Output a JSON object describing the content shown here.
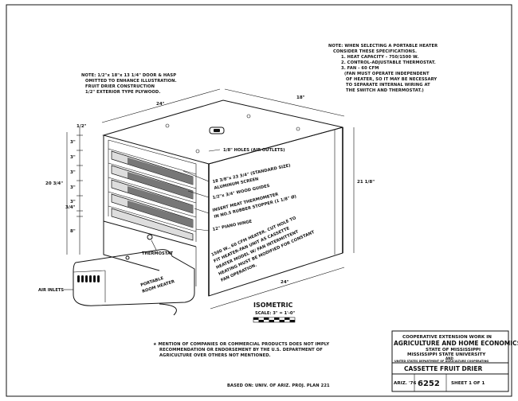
{
  "title_block": {
    "org_line1": "COOPERATIVE EXTENSION WORK IN",
    "org_line2": "AGRICULTURE AND HOME ECONOMICS",
    "org_line3": "STATE OF MISSISSIPPI",
    "org_line4": "MISSISSIPPI STATE UNIVERSITY",
    "org_line5": "AND",
    "org_line6": "UNITED STATES DEPARTMENT OF AGRICULTURE COOPERATING",
    "drawing_title": "CASSETTE FRUIT DRIER",
    "date": "ARIZ. '76",
    "plan_number": "6252",
    "sheet": "SHEET 1 OF 1"
  },
  "notes": {
    "heater_note": [
      "NOTE: WHEN SELECTING A PORTABLE HEATER",
      "CONSIDER THESE SPECIFICATIONS.",
      "1. HEAT CAPACITY - 750/1500 W.",
      "2. CONTROL-ADJUSTABLE THERMOSTAT.",
      "3. FAN - 60 CFM",
      "(FAN MUST OPERATE INDEPENDENT",
      "OF HEATER, SO IT MAY BE NECESSARY",
      "TO SEPARATE INTERNAL WIRING AT",
      "THE SWITCH AND THERMOSTAT.)"
    ],
    "door_note": [
      "NOTE: 1/2\"x 18\"x 13 1/4\" DOOR & HASP",
      "OMITTED TO ENHANCE ILLUSTRATION.",
      "FRUIT DRIER CONSTRUCTION",
      "1/2\" EXTERIOR TYPE PLYWOOD."
    ],
    "disclaimer": [
      "★ MENTION OF COMPANIES OR COMMERCIAL PRODUCTS DOES NOT IMPLY",
      "RECOMMENDATION OR ENDORSEMENT BY THE U.S. DEPARTMENT OF",
      "AGRICULTURE OVER OTHERS NOT MENTIONED."
    ],
    "based_on": "BASED ON: UNIV. OF ARIZ. PROJ. PLAN 221"
  },
  "dimensions": {
    "top_width": "24\"",
    "depth": "18\"",
    "bottom_width": "24\"",
    "height_left": "20 3/4\"",
    "height_right": "21 1/8\"",
    "top_offset": "1/2\"",
    "spacing": [
      "3\"",
      "3\"",
      "3\"",
      "3\"",
      "3\""
    ],
    "bottom_offset": "3/4\"",
    "base_height": "8\""
  },
  "labels": {
    "holes": "1/8\" HOLES (AIR OUTLETS)",
    "screen": [
      "18 3/8\"x 23 3/4\" (STANDARD SIZE)",
      "ALUMINUM SCREEN"
    ],
    "guides": "1/2\"x 3/4\" WOOD GUIDES",
    "thermometer": [
      "INSERT MEAT THERMOMETER",
      "IN NO.5 RUBBER STOPPER (1 1/8\" Ø)"
    ],
    "hinge": "12\" PIANO HINGE",
    "thermostat": "THERMOSTAT",
    "heater_label": [
      "1500 W., 60 CFM HEATER. CUT HOLE TO",
      "FIT HEATER-FAN UNIT AS CASSETTE",
      "HEATER MODEL W/ FAN INTERMITTENT",
      "HEATING MUST BE MODIFIED FOR CONSTANT",
      "FAN OPERATION."
    ],
    "portable_heater": [
      "PORTABLE",
      "ROOM HEATER"
    ],
    "air_inlets": "AIR INLETS",
    "isometric": "ISOMETRIC",
    "scale": "SCALE: 3\" = 1'-0\""
  }
}
